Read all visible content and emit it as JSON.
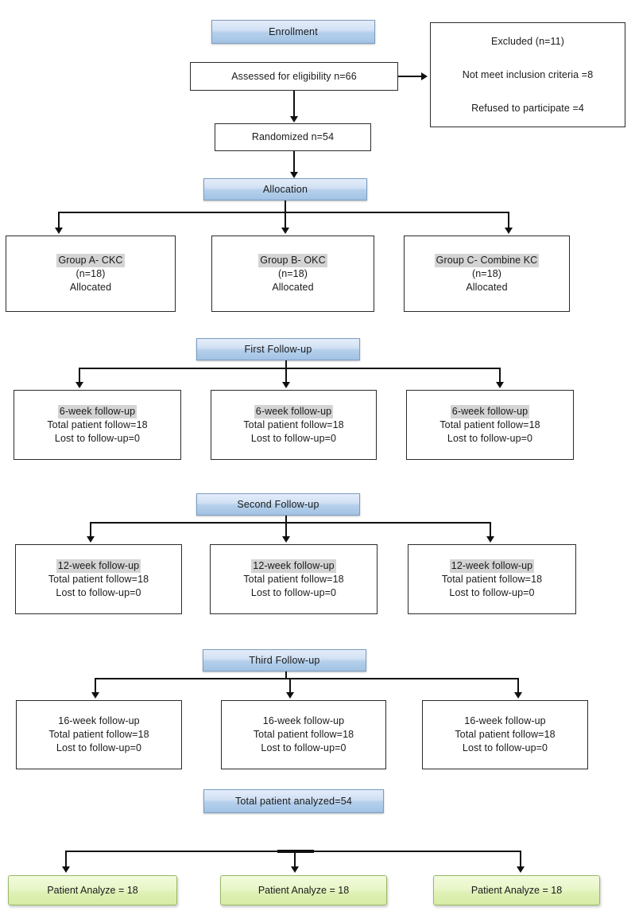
{
  "diagram": {
    "title": "CONSORT participant flow diagram",
    "colors": {
      "banner_blue_top": "#e4edfa",
      "banner_blue_bottom": "#a3c3e4",
      "banner_border": "#7c9dc0",
      "green_top": "#f2fadd",
      "green_bottom": "#d7eca5",
      "green_border": "#9ab86a",
      "box_border": "#2b2b2b",
      "highlight_gray": "#d4d4d4",
      "connector": "#101010",
      "background": "#ffffff"
    }
  },
  "enrollment": {
    "banner_label": "Enrollment",
    "assessed_label": "Assessed for eligibility n=66",
    "excluded": {
      "line1": "Excluded (n=11)",
      "line2": "Not meet inclusion criteria =8",
      "line3": "Refused to participate =4"
    },
    "randomized_label": "Randomized n=54"
  },
  "allocation": {
    "banner_label": "Allocation",
    "groups": [
      {
        "name": "Group A- CKC",
        "n": "(n=18)",
        "status": "Allocated"
      },
      {
        "name": "Group B- OKC",
        "n": "(n=18)",
        "status": "Allocated"
      },
      {
        "name": "Group C- Combine KC",
        "n": "(n=18)",
        "status": "Allocated"
      }
    ]
  },
  "first_followup": {
    "banner_label": "First Follow-up",
    "boxes": [
      {
        "title": "6-week follow-up",
        "total": "Total patient follow=18",
        "lost": "Lost to follow-up=0"
      },
      {
        "title": "6-week follow-up",
        "total": "Total patient follow=18",
        "lost": "Lost to follow-up=0"
      },
      {
        "title": "6-week follow-up",
        "total": "Total patient follow=18",
        "lost": "Lost to follow-up=0"
      }
    ]
  },
  "second_followup": {
    "banner_label": "Second Follow-up",
    "boxes": [
      {
        "title": "12-week follow-up",
        "total": "Total patient follow=18",
        "lost": "Lost to follow-up=0"
      },
      {
        "title": "12-week follow-up",
        "total": "Total patient follow=18",
        "lost": "Lost to follow-up=0"
      },
      {
        "title": "12-week follow-up",
        "total": "Total patient follow=18",
        "lost": "Lost to follow-up=0"
      }
    ]
  },
  "third_followup": {
    "banner_label": "Third Follow-up",
    "boxes": [
      {
        "title": "16-week follow-up",
        "total": "Total patient follow=18",
        "lost": "Lost to follow-up=0"
      },
      {
        "title": "16-week follow-up",
        "total": "Total patient follow=18",
        "lost": "Lost to follow-up=0"
      },
      {
        "title": "16-week follow-up",
        "total": "Total patient follow=18",
        "lost": "Lost to follow-up=0"
      }
    ]
  },
  "analysis": {
    "banner_label": "Total patient analyzed=54",
    "boxes": [
      {
        "label": "Patient Analyze = 18"
      },
      {
        "label": "Patient Analyze = 18"
      },
      {
        "label": "Patient Analyze = 18"
      }
    ]
  }
}
